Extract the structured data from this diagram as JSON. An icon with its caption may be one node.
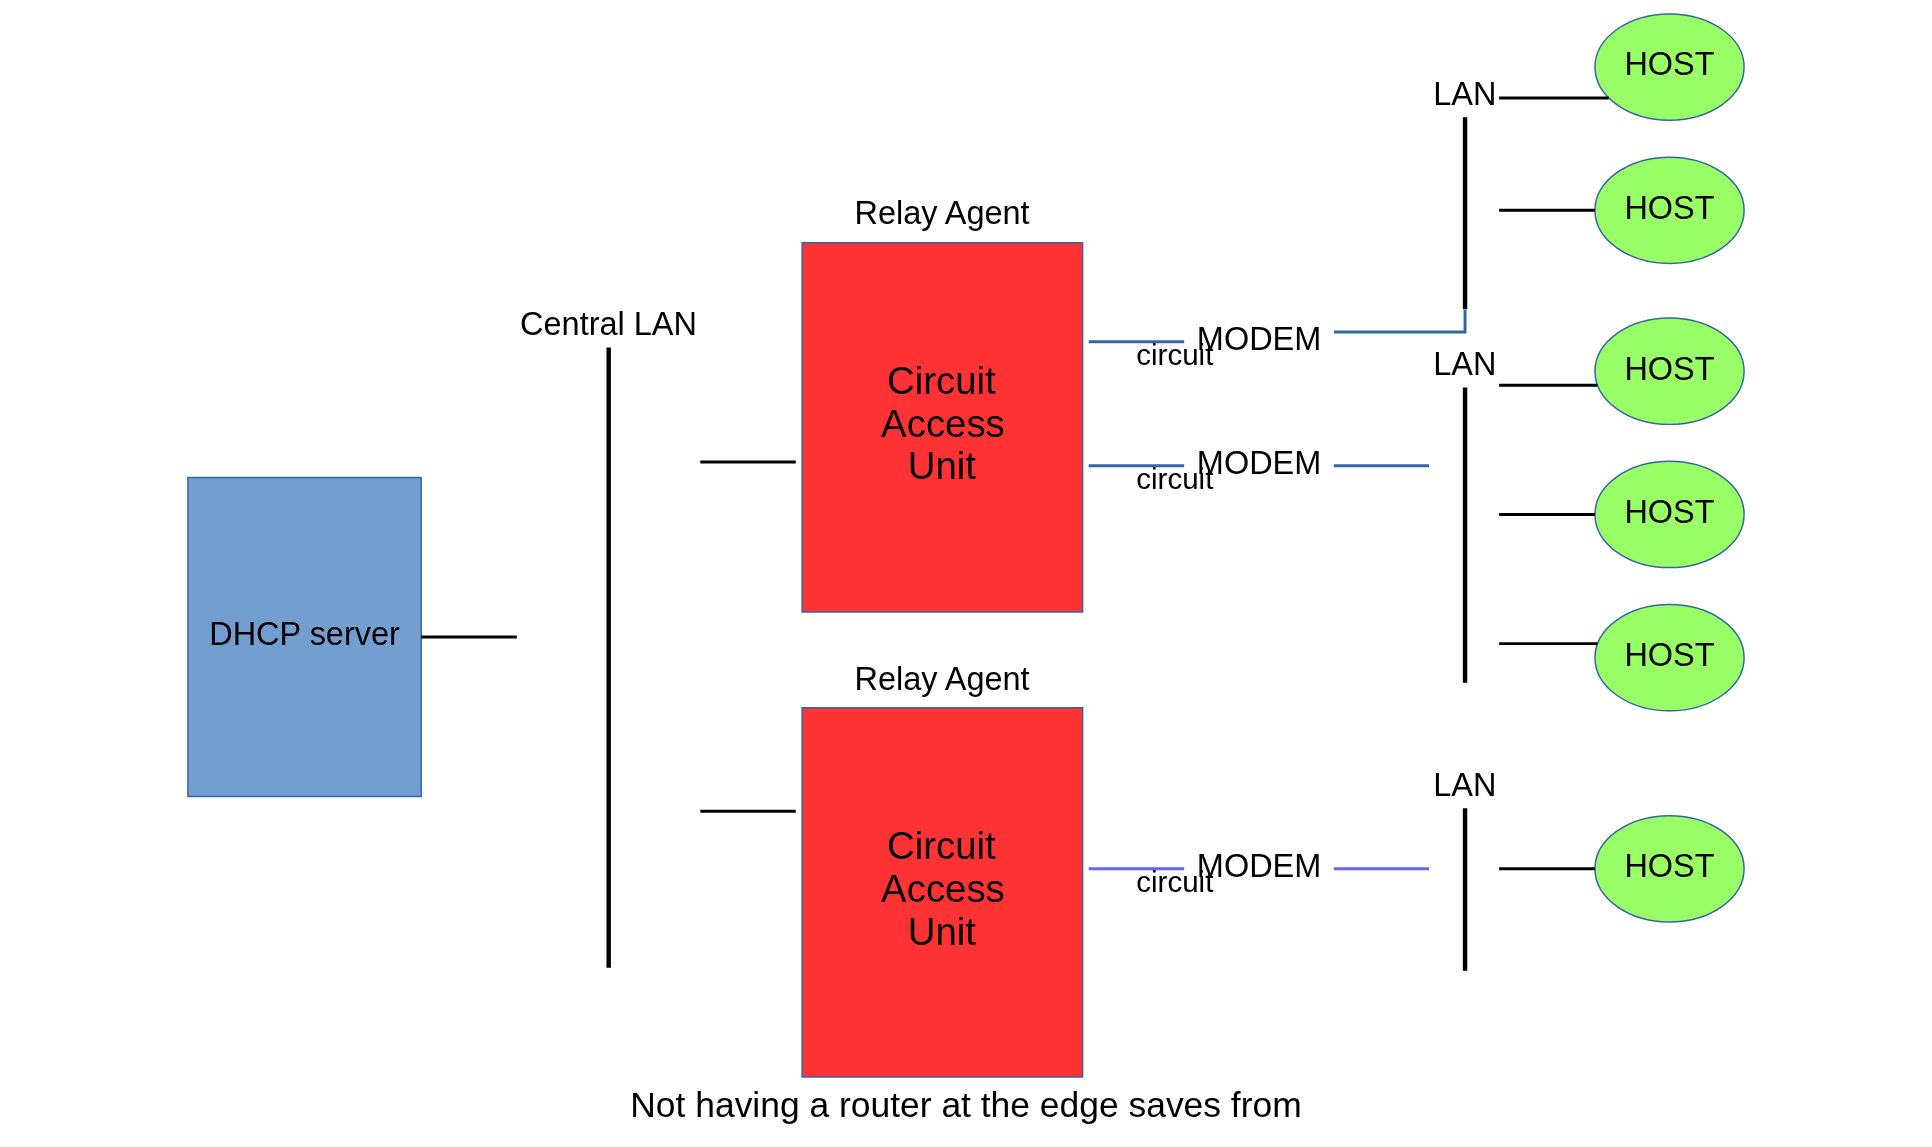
{
  "diagram": {
    "caption": "Not having a router at the edge saves from",
    "nodes": [
      {
        "text": [
          "DHCP server"
        ]
      },
      {
        "text": [
          "Central LAN"
        ]
      },
      {
        "text": [
          "Relay Agent",
          "Circuit Access Unit"
        ]
      },
      {
        "text": [
          "Relay Agent",
          "Circuit Access Unit"
        ]
      },
      {
        "text": [
          "MODEM"
        ]
      },
      {
        "text": [
          "LAN"
        ]
      },
      {
        "text": [
          "HOST"
        ]
      },
      {
        "text": [
          "HOST"
        ]
      },
      {
        "text": [
          "MODEM"
        ]
      },
      {
        "text": [
          "LAN"
        ]
      },
      {
        "text": [
          "HOST"
        ]
      },
      {
        "text": [
          "HOST"
        ]
      },
      {
        "text": [
          "HOST"
        ]
      },
      {
        "text": [
          "MODEM"
        ]
      },
      {
        "text": [
          "LAN"
        ]
      },
      {
        "text": [
          "HOST"
        ]
      }
    ],
    "edges": [
      {
        "from": 0,
        "to": 1,
        "arrow": "none"
      },
      {
        "from": 1,
        "to": 2,
        "arrow": "none"
      },
      {
        "from": 1,
        "to": 3,
        "arrow": "none"
      },
      {
        "from": 2,
        "to": 4,
        "arrow": "none",
        "label": "circuit",
        "color": "#3465a4"
      },
      {
        "from": 4,
        "to": 5,
        "arrow": "none",
        "color": "#3465a4"
      },
      {
        "from": 5,
        "to": 6,
        "arrow": "none"
      },
      {
        "from": 5,
        "to": 7,
        "arrow": "none"
      },
      {
        "from": 2,
        "to": 8,
        "arrow": "none",
        "label": "circuit",
        "color": "#3465a4"
      },
      {
        "from": 8,
        "to": 9,
        "arrow": "none",
        "color": "#3465a4"
      },
      {
        "from": 9,
        "to": 10,
        "arrow": "none"
      },
      {
        "from": 9,
        "to": 11,
        "arrow": "none"
      },
      {
        "from": 9,
        "to": 12,
        "arrow": "none"
      },
      {
        "from": 3,
        "to": 13,
        "arrow": "none",
        "label": "circuit",
        "color": "#6666ff"
      },
      {
        "from": 13,
        "to": 14,
        "arrow": "none",
        "color": "#6666ff"
      },
      {
        "from": 14,
        "to": 15,
        "arrow": "none"
      }
    ]
  }
}
